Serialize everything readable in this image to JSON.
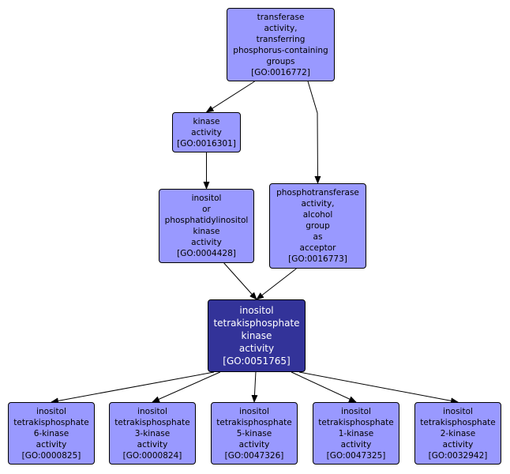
{
  "colors": {
    "node_fill": "#9999ff",
    "focus_fill": "#333399",
    "node_border": "#000000",
    "edge": "#000000",
    "focus_text": "#ffffff",
    "node_text": "#000000"
  },
  "nodes": [
    {
      "id": "GO:0016772",
      "label_lines": [
        "transferase",
        "activity,",
        "transferring",
        "phosphorus-containing",
        "groups",
        "[GO:0016772]"
      ],
      "focus": false
    },
    {
      "id": "GO:0016301",
      "label_lines": [
        "kinase",
        "activity",
        "[GO:0016301]"
      ],
      "focus": false
    },
    {
      "id": "GO:0004428",
      "label_lines": [
        "inositol",
        "or",
        "phosphatidylinositol",
        "kinase",
        "activity",
        "[GO:0004428]"
      ],
      "focus": false
    },
    {
      "id": "GO:0016773",
      "label_lines": [
        "phosphotransferase",
        "activity,",
        "alcohol",
        "group",
        "as",
        "acceptor",
        "[GO:0016773]"
      ],
      "focus": false
    },
    {
      "id": "GO:0051765",
      "label_lines": [
        "inositol",
        "tetrakisphosphate",
        "kinase",
        "activity",
        "[GO:0051765]"
      ],
      "focus": true
    },
    {
      "id": "GO:0000825",
      "label_lines": [
        "inositol",
        "tetrakisphosphate",
        "6-kinase",
        "activity",
        "[GO:0000825]"
      ],
      "focus": false
    },
    {
      "id": "GO:0000824",
      "label_lines": [
        "inositol",
        "tetrakisphosphate",
        "3-kinase",
        "activity",
        "[GO:0000824]"
      ],
      "focus": false
    },
    {
      "id": "GO:0047326",
      "label_lines": [
        "inositol",
        "tetrakisphosphate",
        "5-kinase",
        "activity",
        "[GO:0047326]"
      ],
      "focus": false
    },
    {
      "id": "GO:0047325",
      "label_lines": [
        "inositol",
        "tetrakisphosphate",
        "1-kinase",
        "activity",
        "[GO:0047325]"
      ],
      "focus": false
    },
    {
      "id": "GO:0032942",
      "label_lines": [
        "inositol",
        "tetrakisphosphate",
        "2-kinase",
        "activity",
        "[GO:0032942]"
      ],
      "focus": false
    }
  ],
  "edges": [
    {
      "from": "GO:0016772",
      "to": "GO:0016301"
    },
    {
      "from": "GO:0016772",
      "to": "GO:0016773"
    },
    {
      "from": "GO:0016301",
      "to": "GO:0004428"
    },
    {
      "from": "GO:0004428",
      "to": "GO:0051765"
    },
    {
      "from": "GO:0016773",
      "to": "GO:0051765"
    },
    {
      "from": "GO:0051765",
      "to": "GO:0000825"
    },
    {
      "from": "GO:0051765",
      "to": "GO:0000824"
    },
    {
      "from": "GO:0051765",
      "to": "GO:0047326"
    },
    {
      "from": "GO:0051765",
      "to": "GO:0047325"
    },
    {
      "from": "GO:0051765",
      "to": "GO:0032942"
    }
  ]
}
